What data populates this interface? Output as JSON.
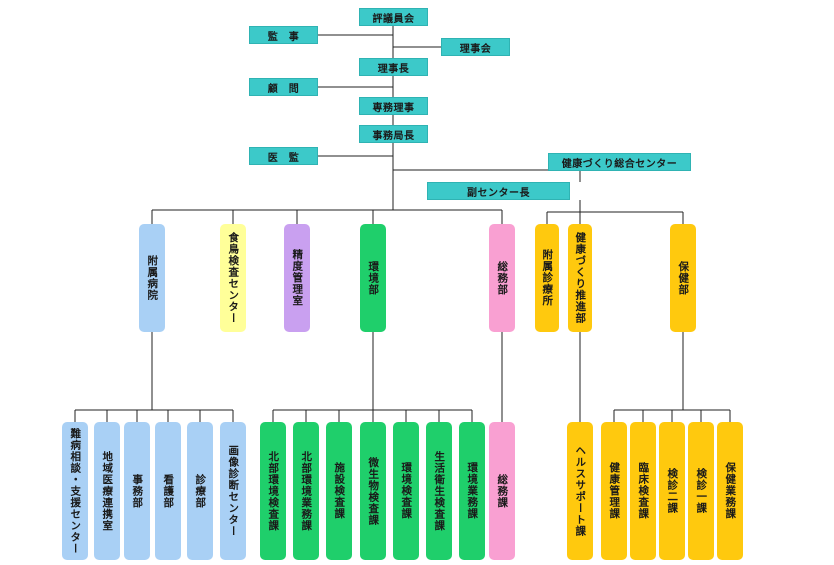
{
  "top": {
    "hyogiinkai": "評議員会",
    "kanji": "監　事",
    "rijikai": "理事会",
    "rijicho": "理事長",
    "komon": "顧　問",
    "senmu": "専務理事",
    "jimukyokucho": "事務局長",
    "ikan": "医　監",
    "kenko_center": "健康づくり総合センター",
    "fuku_center": "副センター長"
  },
  "depts": {
    "fuzoku_byoin": "附属病院",
    "shokucho": "食鳥検査センター",
    "seido": "精度管理室",
    "kankyo": "環境部",
    "somu": "総務部",
    "fuzoku_shinryo": "附属診療所",
    "kenko_suishin": "健康づくり推進部",
    "hoken": "保健部"
  },
  "sections": {
    "hospital": [
      "難病相談・支援センター",
      "地域医療連携室",
      "事務部",
      "看護部",
      "診療部",
      "画像診断センター"
    ],
    "environment": [
      "北部環境検査課",
      "北部環境業務課",
      "施設検査課",
      "微生物検査課",
      "環境検査課",
      "生活衛生検査課",
      "環境業務課"
    ],
    "general": [
      "総務課"
    ],
    "promotion": [
      "ヘルスサポート課"
    ],
    "health": [
      "健康管理課",
      "臨床検査課",
      "検診二課",
      "検診一課",
      "保健業務課"
    ]
  },
  "colors": {
    "teal": "#3cc9c9",
    "blue": "#a9d0f5",
    "yellow": "#ffff99",
    "purple": "#c9a0f0",
    "green": "#1fcf6b",
    "pink": "#f9a0d2",
    "gold": "#ffc90e"
  }
}
